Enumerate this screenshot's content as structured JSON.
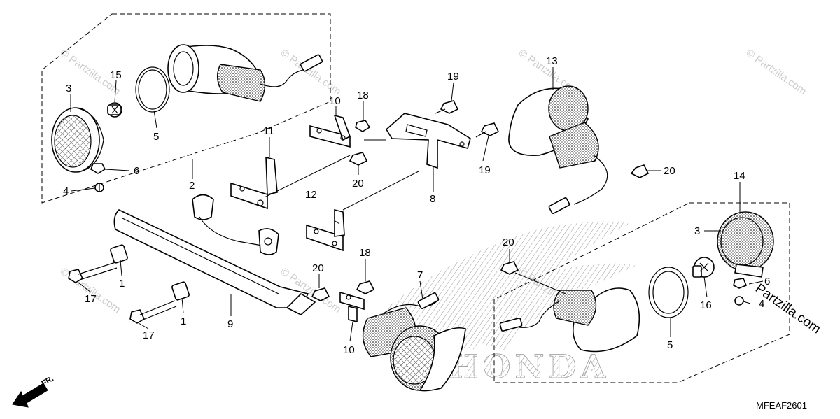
{
  "diagram_code": "MFEAF2601",
  "direction_label": "FR.",
  "watermark": "© Partzilla.com",
  "side_watermark": "Partzilla.com",
  "background_logo": "HONDA",
  "callouts": [
    {
      "id": "c3a",
      "text": "3"
    },
    {
      "id": "c15",
      "text": "15"
    },
    {
      "id": "c5a",
      "text": "5"
    },
    {
      "id": "c6a",
      "text": "6"
    },
    {
      "id": "c4a",
      "text": "4"
    },
    {
      "id": "c2",
      "text": "2"
    },
    {
      "id": "c11",
      "text": "11"
    },
    {
      "id": "c10a",
      "text": "10"
    },
    {
      "id": "c18a",
      "text": "18"
    },
    {
      "id": "c19a",
      "text": "19"
    },
    {
      "id": "c19b",
      "text": "19"
    },
    {
      "id": "c20a",
      "text": "20"
    },
    {
      "id": "c8",
      "text": "8"
    },
    {
      "id": "c12",
      "text": "12"
    },
    {
      "id": "c13",
      "text": "13"
    },
    {
      "id": "c20b",
      "text": "20"
    },
    {
      "id": "c14",
      "text": "14"
    },
    {
      "id": "c3b",
      "text": "3"
    },
    {
      "id": "c16",
      "text": "16"
    },
    {
      "id": "c6b",
      "text": "6"
    },
    {
      "id": "c4b",
      "text": "4"
    },
    {
      "id": "c5b",
      "text": "5"
    },
    {
      "id": "c1a",
      "text": "1"
    },
    {
      "id": "c17a",
      "text": "17"
    },
    {
      "id": "c1b",
      "text": "1"
    },
    {
      "id": "c17b",
      "text": "17"
    },
    {
      "id": "c9",
      "text": "9"
    },
    {
      "id": "c20c",
      "text": "20"
    },
    {
      "id": "c18b",
      "text": "18"
    },
    {
      "id": "c10b",
      "text": "10"
    },
    {
      "id": "c7",
      "text": "7"
    },
    {
      "id": "c20d",
      "text": "20"
    }
  ]
}
